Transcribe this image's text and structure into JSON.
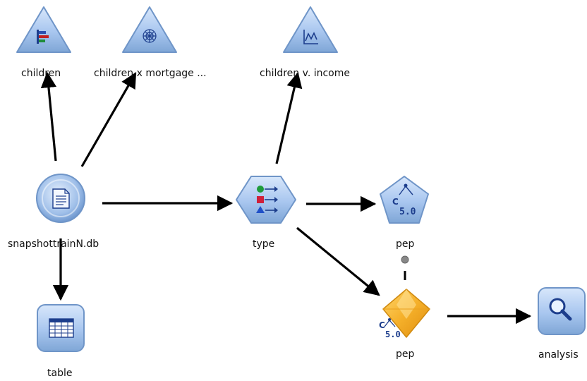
{
  "canvas": {
    "background": "#ffffff",
    "edge_color": "#000000",
    "node_accent": "#7fa6d6",
    "model_nugget_color": "#f2a81d"
  },
  "nodes": {
    "children": {
      "label": "children",
      "icon": "distribution-graph-icon",
      "shape": "triangle"
    },
    "children_mortgage": {
      "label": "children x mortgage ...",
      "icon": "web-graph-icon",
      "shape": "triangle"
    },
    "children_income": {
      "label": "children v. income",
      "icon": "plot-graph-icon",
      "shape": "triangle"
    },
    "snapshot": {
      "label": "snapshottrainN.db",
      "icon": "database-source-icon",
      "shape": "circle"
    },
    "type": {
      "label": "type",
      "icon": "type-node-icon",
      "shape": "hexagon"
    },
    "pep_model": {
      "label": "pep",
      "icon": "c50-tree-icon",
      "shape": "pentagon"
    },
    "pep_nugget": {
      "label": "pep",
      "icon": "c50-model-nugget-icon",
      "shape": "diamond"
    },
    "table": {
      "label": "table",
      "icon": "table-grid-icon",
      "shape": "square"
    },
    "analysis": {
      "label": "analysis",
      "icon": "magnifier-icon",
      "shape": "square"
    }
  },
  "edges": [
    {
      "from": "snapshot",
      "to": "children"
    },
    {
      "from": "snapshot",
      "to": "children_mortgage"
    },
    {
      "from": "snapshot",
      "to": "type"
    },
    {
      "from": "snapshot",
      "to": "table"
    },
    {
      "from": "type",
      "to": "children_income"
    },
    {
      "from": "type",
      "to": "pep_model"
    },
    {
      "from": "type",
      "to": "pep_nugget"
    },
    {
      "from": "pep_model",
      "to": "pep_nugget",
      "style": "link"
    },
    {
      "from": "pep_nugget",
      "to": "analysis"
    }
  ]
}
